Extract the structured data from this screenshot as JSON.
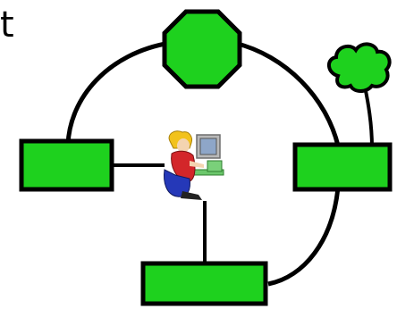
{
  "diagram": {
    "partial_label": "t",
    "node_fill": "#1ed11e",
    "node_stroke": "#000000",
    "nodes": [
      {
        "name": "top-octagon-node",
        "shape": "octagon"
      },
      {
        "name": "left-rectangle-node",
        "shape": "rectangle"
      },
      {
        "name": "right-rectangle-node",
        "shape": "rectangle"
      },
      {
        "name": "bottom-rectangle-node",
        "shape": "rectangle"
      },
      {
        "name": "cloud-node",
        "shape": "cloud"
      }
    ],
    "center_icon": "person-at-computer-icon"
  }
}
